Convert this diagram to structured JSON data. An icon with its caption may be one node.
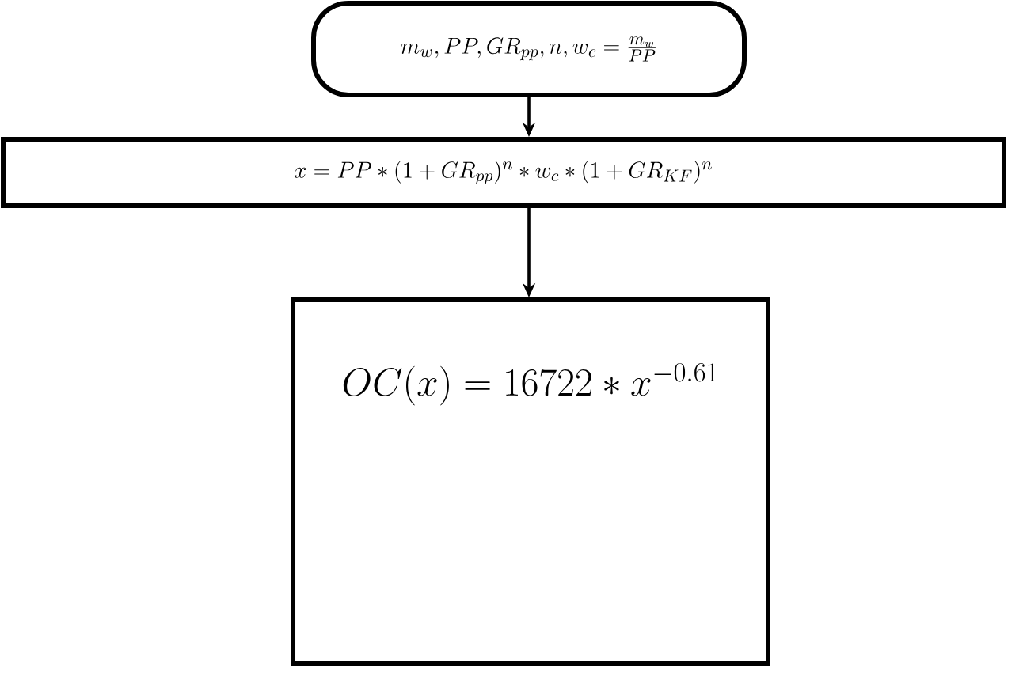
{
  "diagram": {
    "nodes": [
      {
        "text": [
          "m_w, PP, GR_{pp}, n, w_c = \\frac{m_w}{PP}"
        ]
      },
      {
        "text": [
          "x = PP * (1 + GR_{pp})^n * w_c * (1 + GR_{KF})^n"
        ]
      },
      {
        "text": [
          "OC(x) = 16722 * x^{-0.61}"
        ]
      }
    ],
    "edges": [
      {
        "from": 0,
        "to": 1,
        "arrow": "to"
      },
      {
        "from": 1,
        "to": 2,
        "arrow": "to"
      }
    ]
  }
}
